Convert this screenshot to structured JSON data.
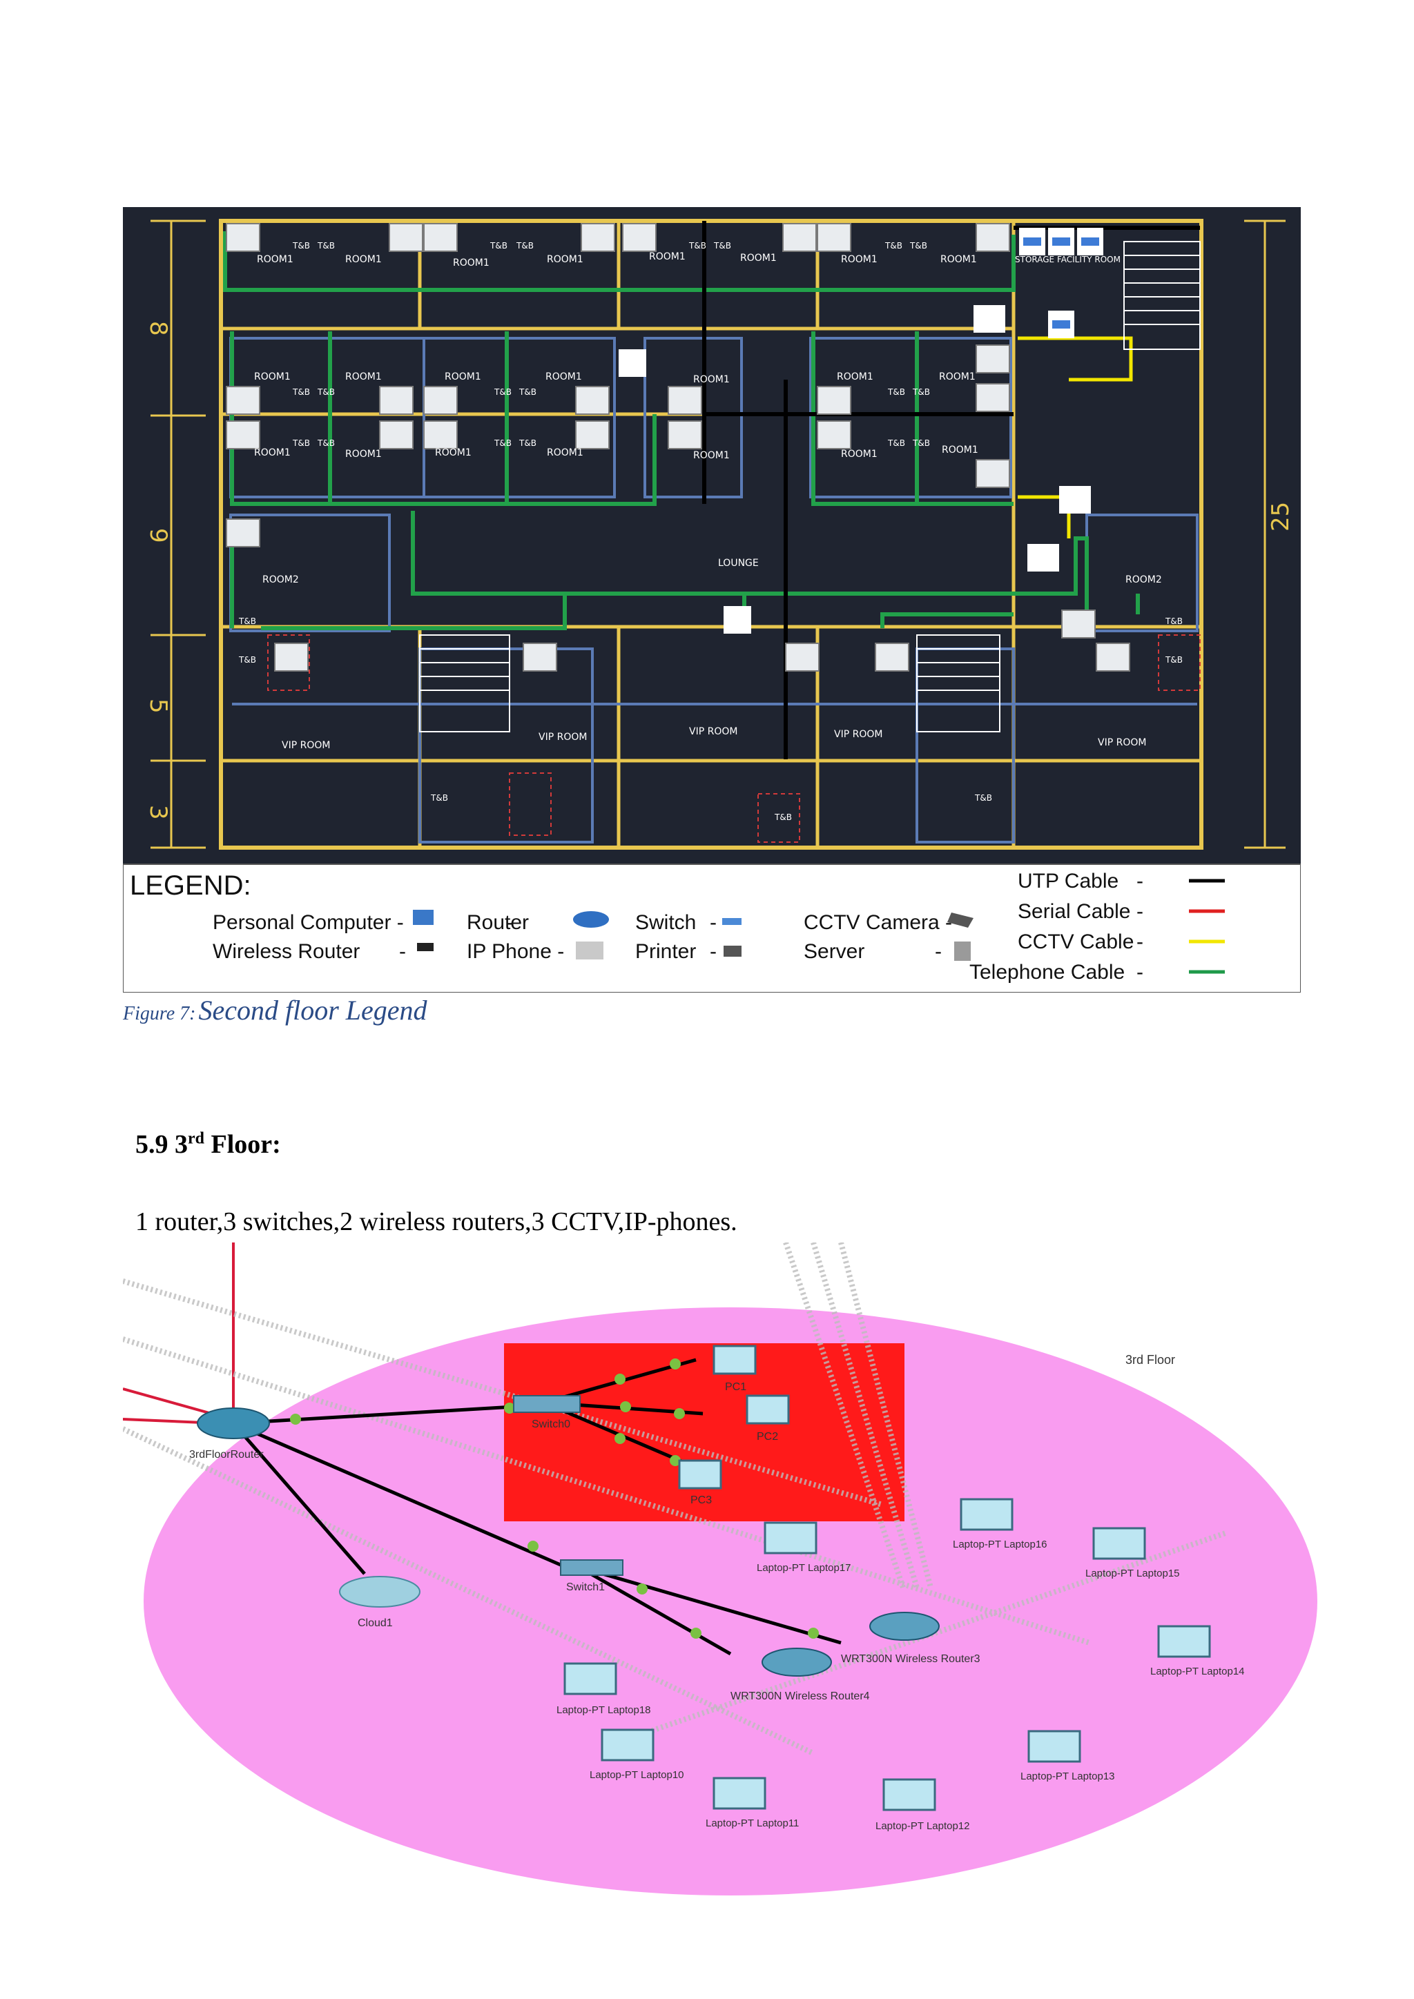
{
  "floorplan": {
    "dimensions": {
      "left": [
        "8",
        "9",
        "5",
        "3"
      ],
      "right": "25"
    },
    "room_labels": {
      "room1": "ROOM1",
      "room2": "ROOM2",
      "tb": "T&B",
      "lounge": "LOUNGE",
      "vip": "VIP ROOM",
      "storage": "STORAGE FACILITY ROOM"
    },
    "legend": {
      "title": "LEGEND:",
      "devices": [
        {
          "label": "Personal Computer -",
          "icon": "pc-icon"
        },
        {
          "label": "Wireless Router",
          "icon": "wireless-router-icon"
        },
        {
          "label": "Router",
          "icon": "router-icon"
        },
        {
          "label": "IP Phone -",
          "icon": "ip-phone-icon"
        },
        {
          "label": "Switch",
          "icon": "switch-icon"
        },
        {
          "label": "Printer",
          "icon": "printer-icon"
        },
        {
          "label": "CCTV Camera -",
          "icon": "cctv-icon"
        },
        {
          "label": "Server",
          "icon": "server-icon"
        }
      ],
      "cables": [
        {
          "label": "UTP Cable",
          "color": "#000000"
        },
        {
          "label": "Serial Cable",
          "color": "#e02020"
        },
        {
          "label": "CCTV Cable",
          "color": "#f2e600"
        },
        {
          "label": "Telephone Cable",
          "color": "#1f9a4a"
        }
      ]
    },
    "colors": {
      "background": "#1f2430",
      "wall": "#e8c74f",
      "phone_line": "#22a14a",
      "inner_wall": "#5b7bb5",
      "dim": "#e8c74f"
    }
  },
  "caption": {
    "label": "Figure 7:",
    "text": "Second floor Legend"
  },
  "section": {
    "number": "5.9",
    "ord": "3",
    "ord_suffix": "rd",
    "title": "Floor:"
  },
  "paragraph": "1 router,3  switches,2  wireless  routers,3  CCTV,IP-phones.",
  "network": {
    "area_label": "3rd Floor",
    "colors": {
      "area": "#f99cf0",
      "zone": "#ff1a1a",
      "link": "#000000",
      "link_dot": "#7ac143"
    },
    "nodes": {
      "router": {
        "label": "3rdFloorRouter"
      },
      "switch_top": {
        "label": "Switch0"
      },
      "switch_mid": {
        "label": "Switch1"
      },
      "cloud": {
        "label": "Cloud1"
      },
      "wr_left": {
        "label": "WRT300N Wireless Router4"
      },
      "wr_right": {
        "label": "WRT300N Wireless Router3"
      },
      "pc1": {
        "label": "PC1"
      },
      "pc2": {
        "label": "PC2"
      },
      "pc3": {
        "label": "PC3"
      },
      "laptops": [
        {
          "label": "Laptop-PT Laptop18"
        },
        {
          "label": "Laptop-PT Laptop17"
        },
        {
          "label": "Laptop-PT Laptop16"
        },
        {
          "label": "Laptop-PT Laptop15"
        },
        {
          "label": "Laptop-PT Laptop14"
        },
        {
          "label": "Laptop-PT Laptop10"
        },
        {
          "label": "Laptop-PT Laptop11"
        },
        {
          "label": "Laptop-PT Laptop12"
        },
        {
          "label": "Laptop-PT Laptop13"
        }
      ]
    }
  }
}
